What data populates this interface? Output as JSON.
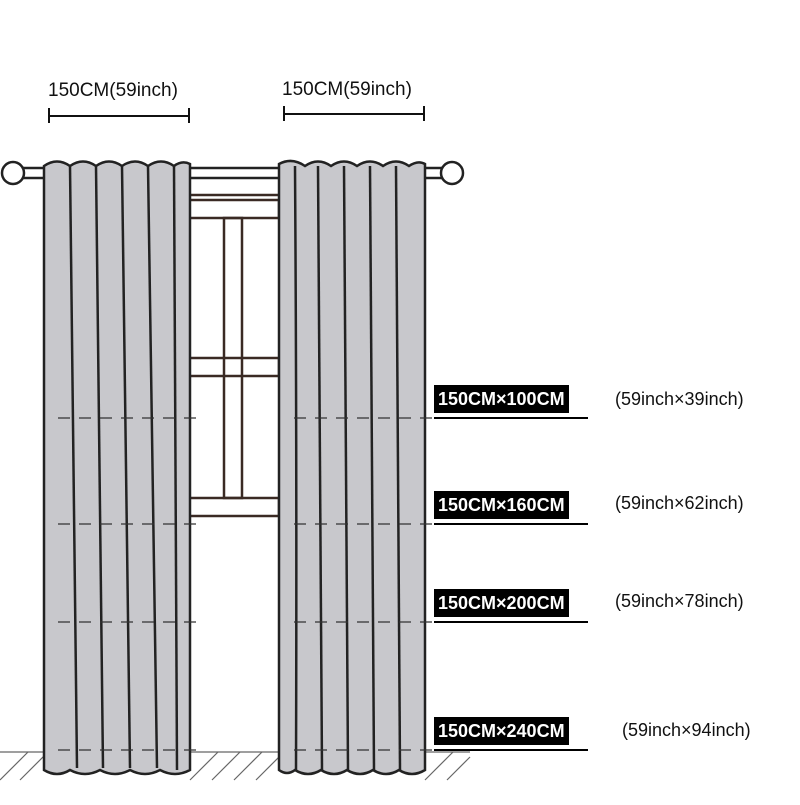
{
  "width_labels": {
    "left": "150CM(59inch)",
    "right": "150CM(59inch)"
  },
  "sizes": [
    {
      "cm": "150CM×100CM",
      "inch": "(59inch×39inch)"
    },
    {
      "cm": "150CM×160CM",
      "inch": "(59inch×62inch)"
    },
    {
      "cm": "150CM×200CM",
      "inch": "(59inch×78inch)"
    },
    {
      "cm": "150CM×240CM",
      "inch": "(59inch×94inch)"
    }
  ],
  "colors": {
    "curtain_fill": "#c8c8cc",
    "outline": "#222222",
    "window_frame": "#3a2a24",
    "label_bg": "#000000"
  }
}
